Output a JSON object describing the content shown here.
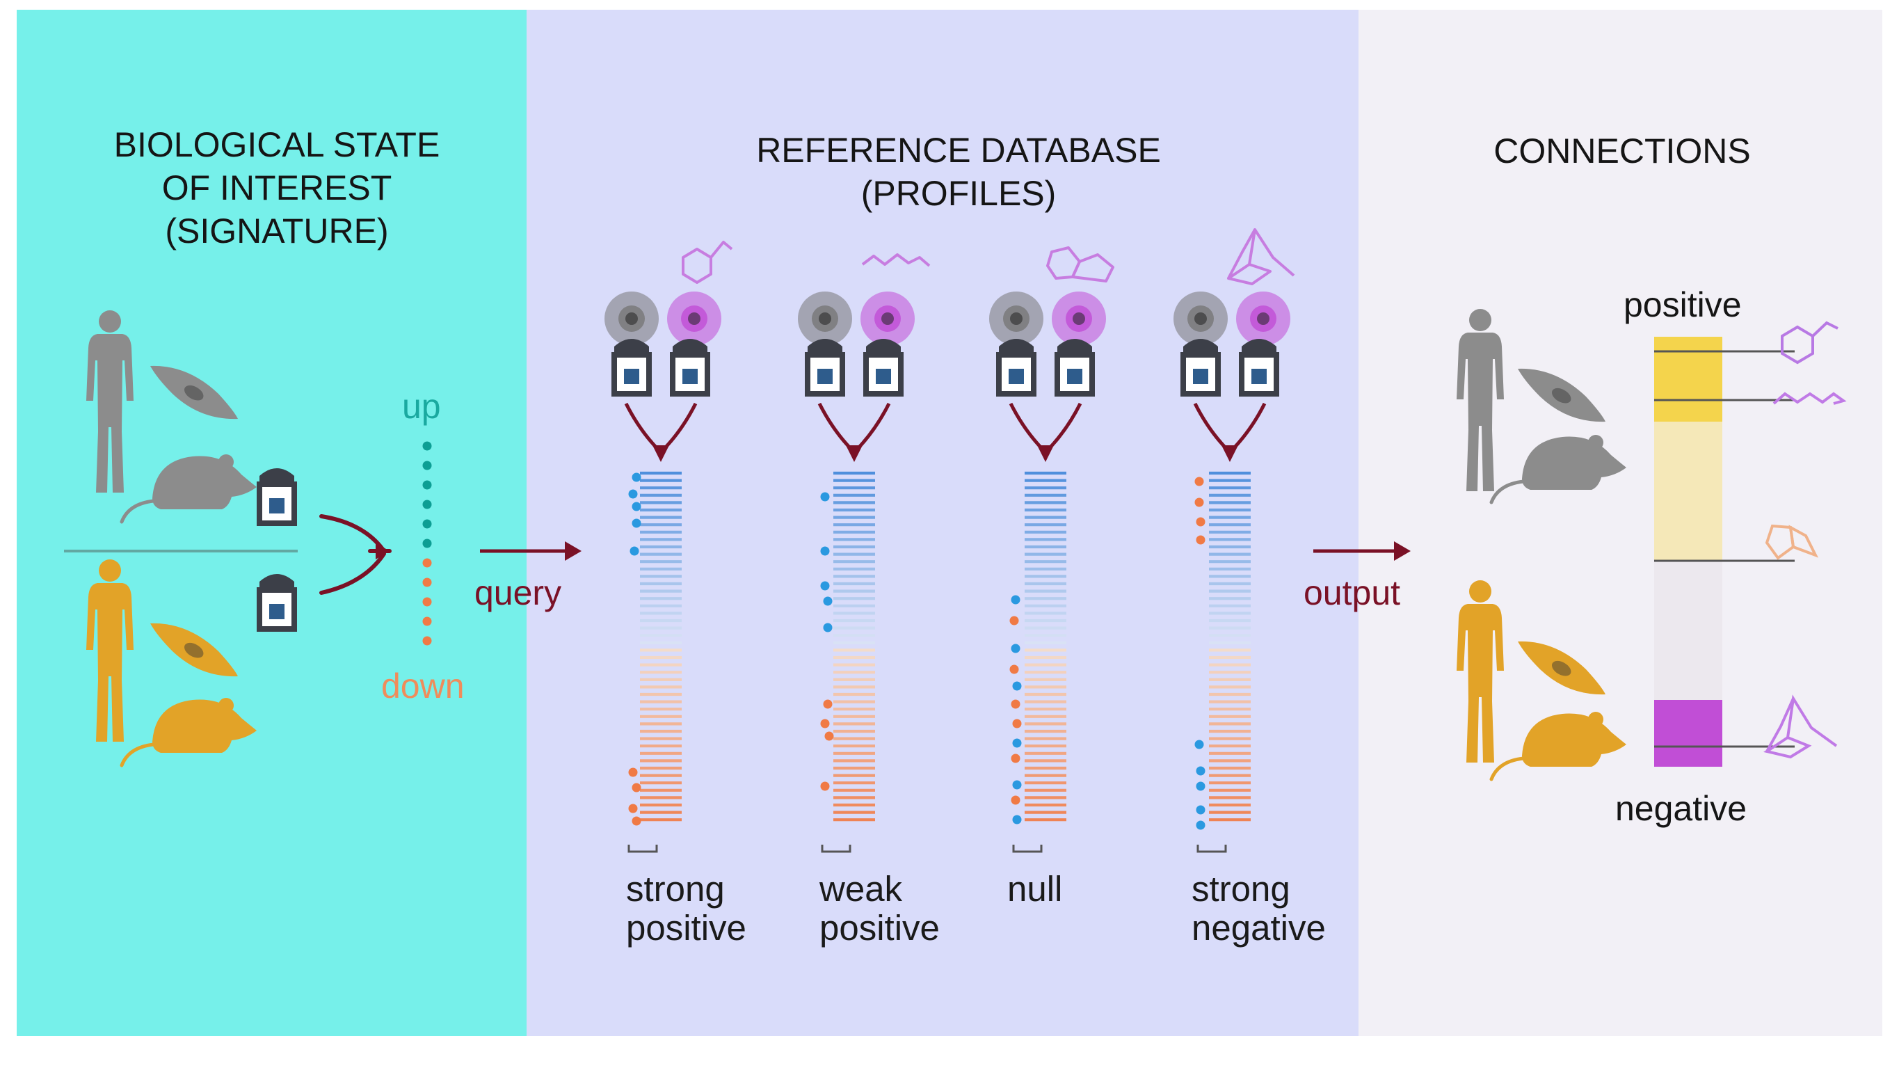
{
  "panels": {
    "signature": {
      "title_lines": [
        "BIOLOGICAL STATE",
        "OF INTEREST",
        "(SIGNATURE)"
      ],
      "up_label": "up",
      "down_label": "down",
      "color": "#76f0ea"
    },
    "reference": {
      "title_lines": [
        "REFERENCE DATABASE",
        "(PROFILES)"
      ],
      "query_label": "query",
      "output_label": "output",
      "color": "#d9dcfa",
      "profiles": [
        {
          "label_lines": [
            "strong",
            "positive"
          ]
        },
        {
          "label_lines": [
            "weak",
            "positive"
          ]
        },
        {
          "label_lines": [
            "null"
          ]
        },
        {
          "label_lines": [
            "strong",
            "negative"
          ]
        }
      ]
    },
    "connections": {
      "title": "CONNECTIONS",
      "positive_label": "positive",
      "negative_label": "negative",
      "color": "#f2f0f6"
    }
  },
  "colors": {
    "up": "#2a99e0",
    "down": "#f07a45",
    "signature_dots": "#0d9e94",
    "arrow": "#7a1126",
    "gray": "#8c8c8c",
    "orange": "#e2a328",
    "positive": "#f4d44c",
    "negative": "#c14ed6",
    "molecule": "#c77de0"
  },
  "icons": [
    "person-icon",
    "cell-icon",
    "mouse-icon",
    "vial-icon",
    "molecule-icon",
    "arrow-icon"
  ]
}
